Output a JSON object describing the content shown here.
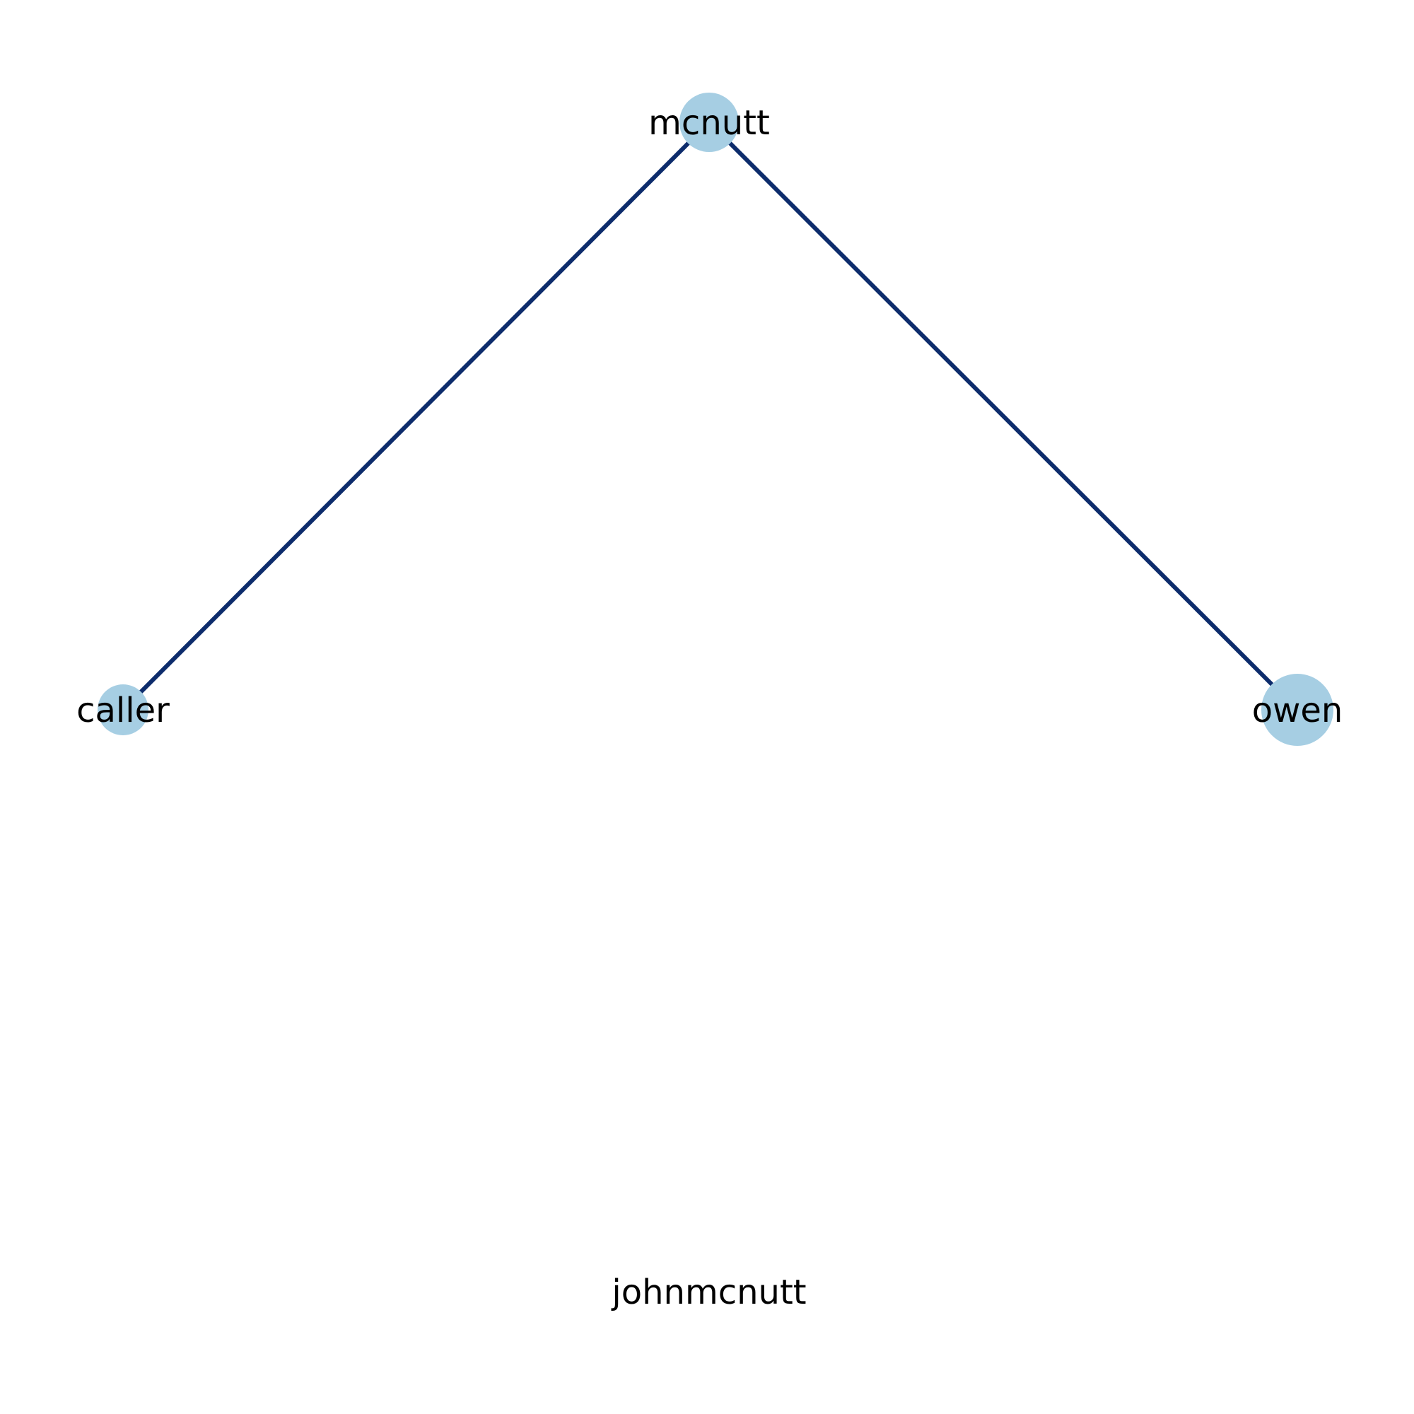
{
  "colors": {
    "node": "#a6cee3",
    "edge": "#0d2c6c",
    "background": "#ffffff",
    "text": "#000000"
  },
  "graph": {
    "nodes": [
      {
        "id": "mcnutt",
        "label": "mcnutt"
      },
      {
        "id": "caller",
        "label": "caller"
      },
      {
        "id": "owen",
        "label": "owen"
      }
    ],
    "edges": [
      {
        "source": "mcnutt",
        "target": "caller"
      },
      {
        "source": "mcnutt",
        "target": "owen"
      }
    ],
    "caption": "johnmcnutt"
  }
}
